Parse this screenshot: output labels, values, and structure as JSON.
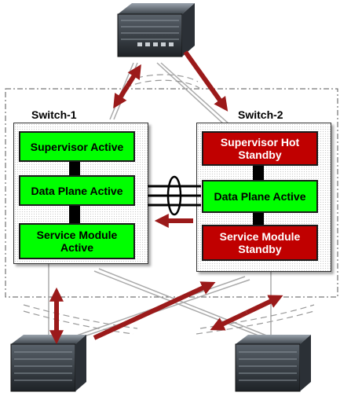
{
  "switch1": {
    "title": "Switch-1",
    "supervisor": "Supervisor Active",
    "data_plane": "Data Plane Active",
    "service_module": "Service Module Active"
  },
  "switch2": {
    "title": "Switch-2",
    "supervisor": "Supervisor Hot Standby",
    "data_plane": "Data Plane Active",
    "service_module": "Service Module Standby"
  },
  "colors": {
    "active": "#00ff00",
    "standby": "#c00000",
    "arrow": "#9b1a1a",
    "block_border": "#1a1a1a"
  },
  "icons": [
    "chassis-switch-icon-top",
    "chassis-switch-icon-bottom-left",
    "chassis-switch-icon-bottom-right"
  ]
}
